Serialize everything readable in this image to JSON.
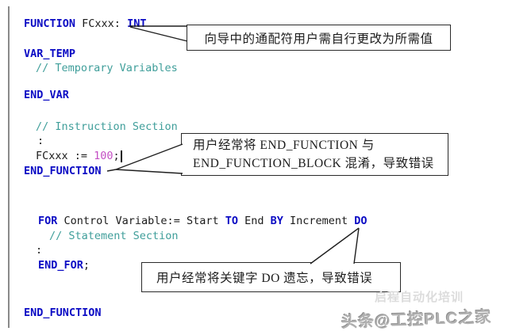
{
  "colors": {
    "keyword": "#0b0bc4",
    "comment": "#3f9e9a",
    "number": "#c44fc4",
    "code": "#1b1b1b",
    "border": "#2a2a2a",
    "watermark": "#b0b0b0"
  },
  "code": {
    "lines": [
      {
        "segments": [
          {
            "t": "FUNCTION"
          },
          {
            "t": " FCxxx: "
          },
          {
            "t": "INT"
          }
        ]
      },
      {
        "segments": [
          {
            "t": "VAR_TEMP"
          }
        ]
      },
      {
        "segments": [
          {
            "t": "// Temporary Variables"
          }
        ]
      },
      {
        "segments": [
          {
            "t": "END_VAR"
          }
        ]
      },
      {
        "segments": [
          {
            "t": "// Instruction Section"
          }
        ]
      },
      {
        "segments": [
          {
            "t": ":"
          }
        ]
      },
      {
        "segments": [
          {
            "t": "FCxxx := "
          },
          {
            "t": "100"
          },
          {
            "t": ";"
          }
        ]
      },
      {
        "segments": [
          {
            "t": "END_FUNCTION"
          }
        ]
      },
      {
        "segments": [
          {
            "t": "FOR"
          },
          {
            "t": " Control Variable:= Start "
          },
          {
            "t": "TO"
          },
          {
            "t": " End "
          },
          {
            "t": "BY"
          },
          {
            "t": " Increment "
          },
          {
            "t": "DO"
          }
        ]
      },
      {
        "segments": [
          {
            "t": "// Statement Section"
          }
        ]
      },
      {
        "segments": [
          {
            "t": ":"
          }
        ]
      },
      {
        "segments": [
          {
            "t": "END_FOR"
          },
          {
            "t": ";"
          }
        ]
      },
      {
        "segments": [
          {
            "t": "END_FUNCTION"
          }
        ]
      }
    ]
  },
  "callouts": {
    "wildcard": {
      "text": "向导中的通配符用户需自行更改为所需值"
    },
    "endfunction": {
      "line1": "用户经常将 END_FUNCTION 与",
      "line2": "END_FUNCTION_BLOCK 混淆，导致错误"
    },
    "do_keyword": {
      "text": "用户经常将关键字 DO 遗忘，导致错误"
    }
  },
  "watermark": {
    "faint": "启程自动化培训",
    "main": "头条@工控PLC之家"
  }
}
